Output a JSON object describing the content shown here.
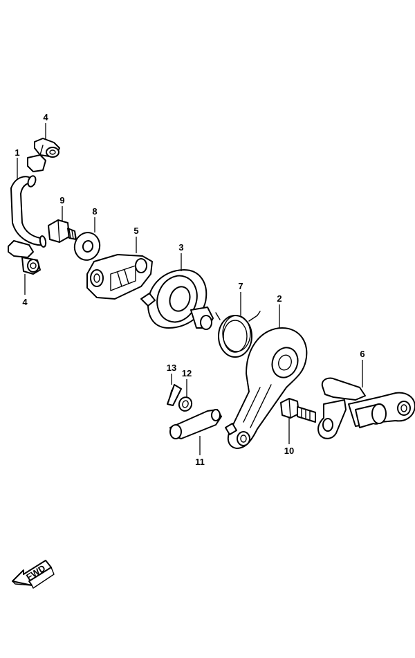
{
  "callouts": [
    {
      "id": "c4a",
      "label": "4"
    },
    {
      "id": "c1",
      "label": "1"
    },
    {
      "id": "c9",
      "label": "9"
    },
    {
      "id": "c8",
      "label": "8"
    },
    {
      "id": "c5",
      "label": "5"
    },
    {
      "id": "c3",
      "label": "3"
    },
    {
      "id": "c4b",
      "label": "4"
    },
    {
      "id": "c7",
      "label": "7"
    },
    {
      "id": "c2",
      "label": "2"
    },
    {
      "id": "c6",
      "label": "6"
    },
    {
      "id": "c13",
      "label": "13"
    },
    {
      "id": "c12",
      "label": "12"
    },
    {
      "id": "c11",
      "label": "11"
    },
    {
      "id": "c10",
      "label": "10"
    }
  ],
  "fwd_indicator": {
    "label": "FWD"
  },
  "colors": {
    "line": "#000000",
    "background": "#ffffff"
  }
}
